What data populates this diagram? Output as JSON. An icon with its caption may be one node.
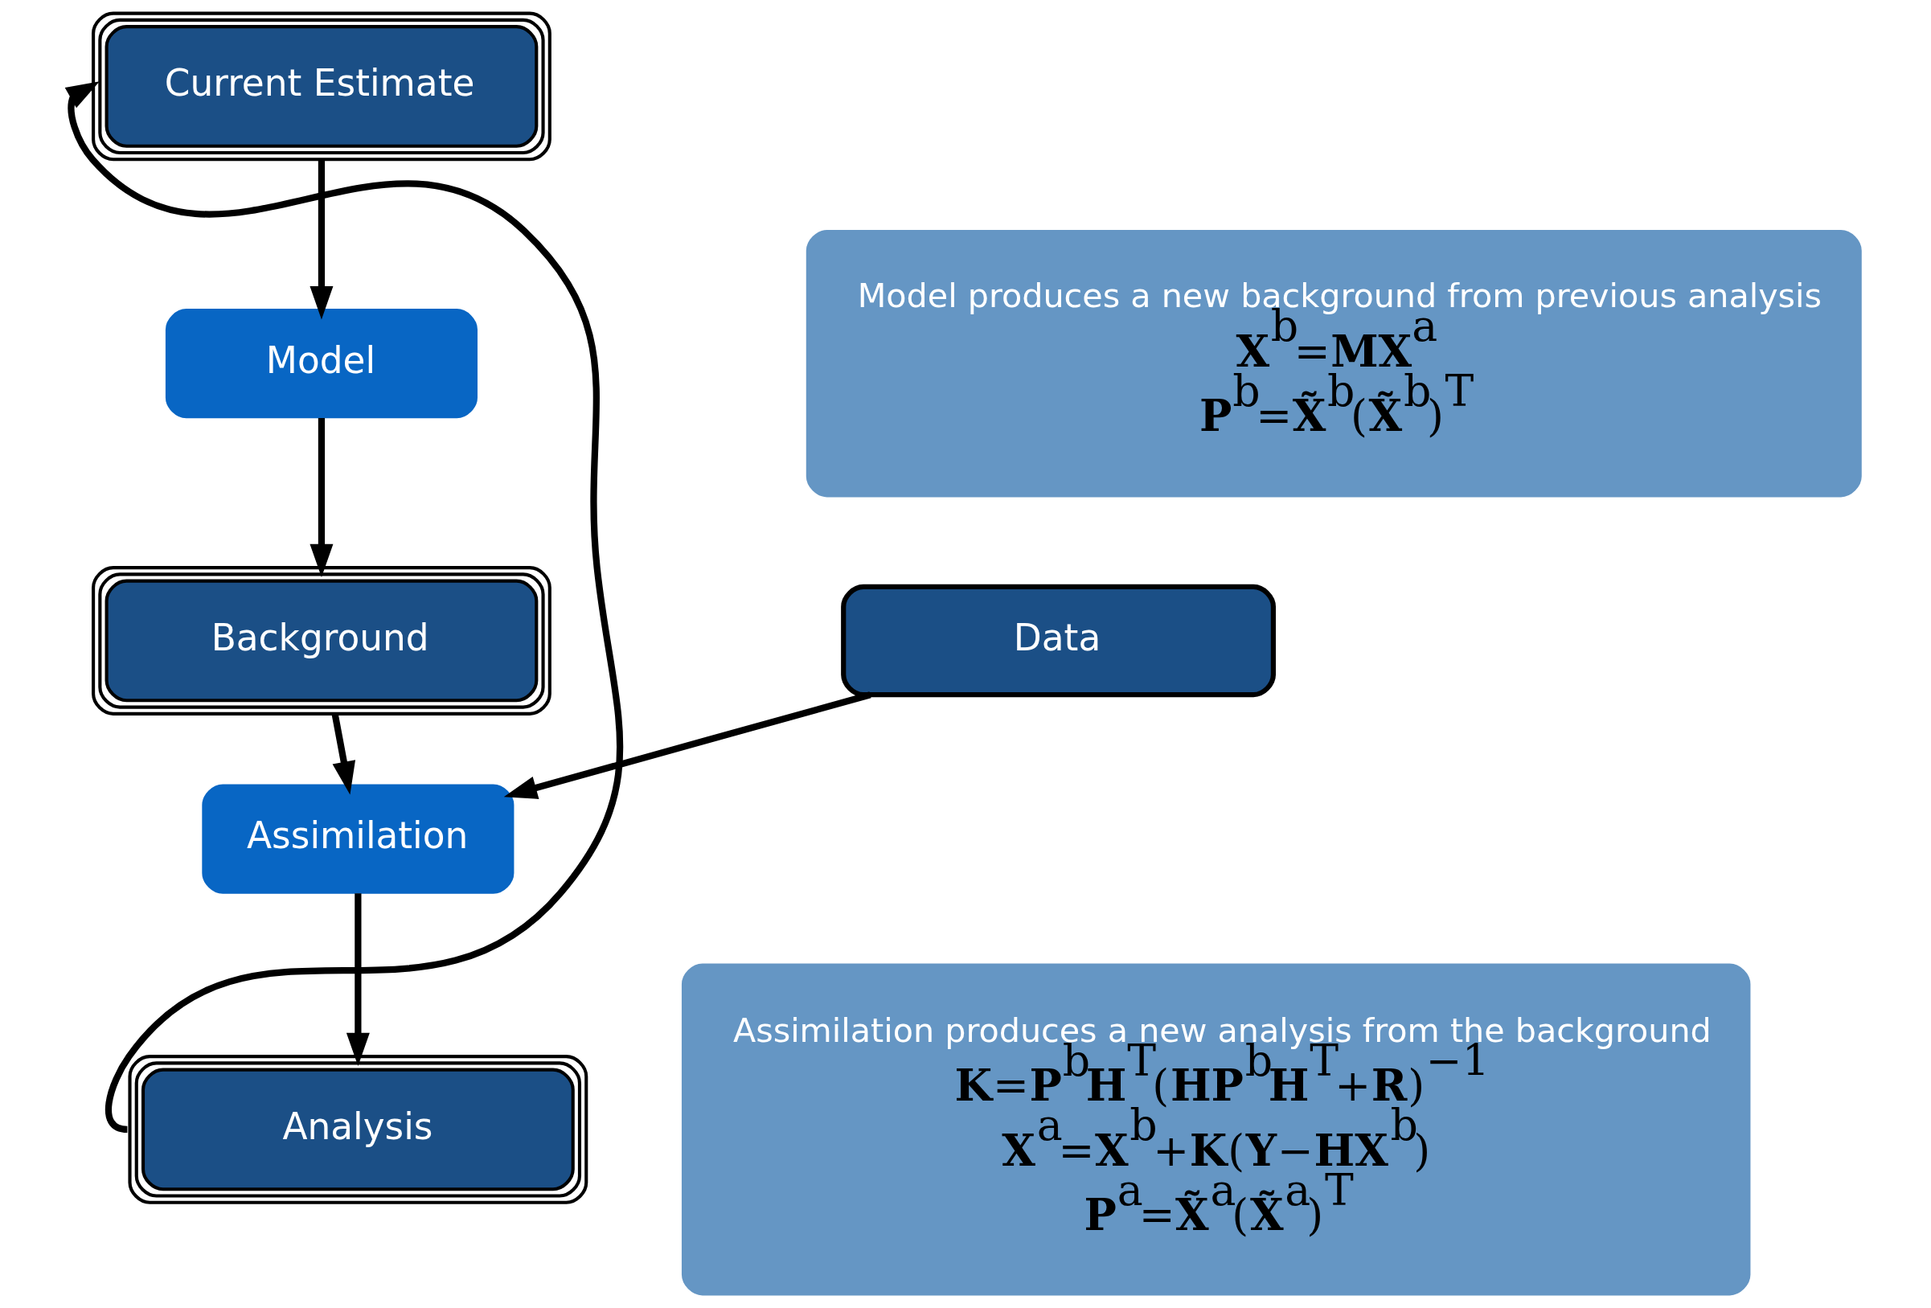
{
  "diagram": {
    "nodes": [
      {
        "text": [
          "Current Estimate"
        ]
      },
      {
        "text": [
          "Model"
        ]
      },
      {
        "text": [
          "Background"
        ]
      },
      {
        "text": [
          "Data"
        ]
      },
      {
        "text": [
          "Assimilation"
        ]
      },
      {
        "text": [
          "Analysis"
        ]
      },
      {
        "text": [
          "Model produces a new background from previous analysis",
          "**X**$^{b}$=**MX**$^{a}$",
          "**P**$^{b}$=**X̃**$^{b}$(**X̃**$^{b}$)$^{T}$"
        ]
      },
      {
        "text": [
          "Assimilation produces a new analysis from the background",
          "**K**=**P**$^{b}$**H**$^{T}$(**HP**$^{b}$**H**$^{T}$+**R**)$^{−1}$",
          "**X**$^{a}$=**X**$^{b}$+**K**(**Y**−**HX**$^{b}$)",
          "**P**$^{a}$=**X̃**$^{a}$(**X̃**$^{a}$)$^{T}$"
        ]
      }
    ],
    "edges": [
      {
        "from": 0,
        "to": 1,
        "arrow": "to"
      },
      {
        "from": 1,
        "to": 2,
        "arrow": "to"
      },
      {
        "from": 2,
        "to": 4,
        "arrow": "to"
      },
      {
        "from": 3,
        "to": 4,
        "arrow": "to"
      },
      {
        "from": 4,
        "to": 5,
        "arrow": "to"
      },
      {
        "from": 5,
        "to": 0,
        "arrow": "to"
      }
    ]
  }
}
